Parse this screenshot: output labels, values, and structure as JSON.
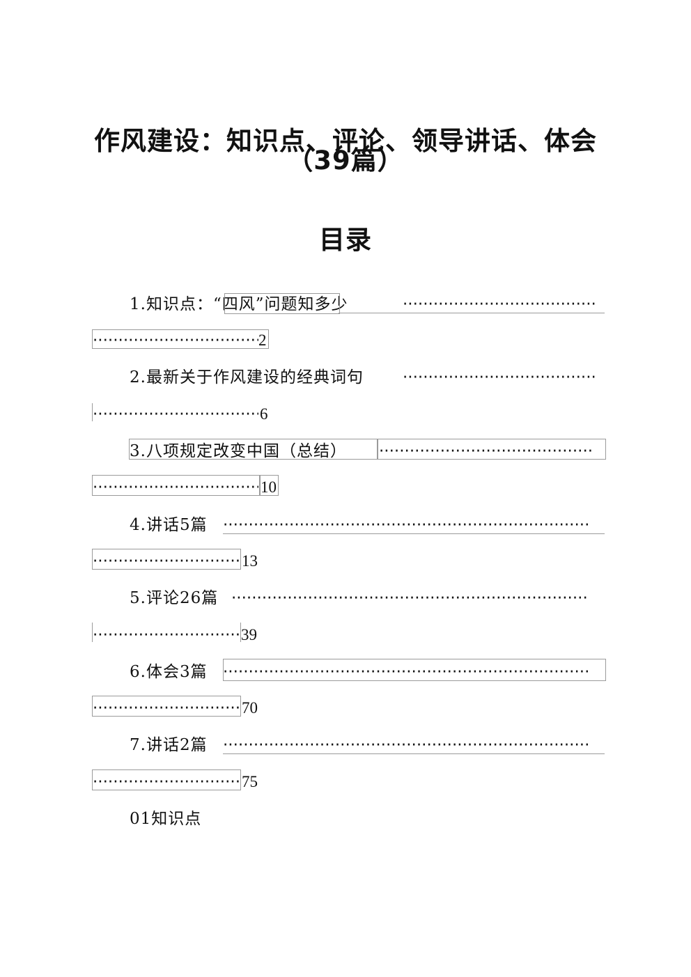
{
  "document": {
    "title_line1": "作风建设：知识点、评论、领导讲话、体会",
    "title_line2": "（39篇）",
    "toc_heading": "目录",
    "toc": [
      {
        "label": "1.知识点：“四风”问题知多少",
        "page": "2"
      },
      {
        "label": "2.最新关于作风建设的经典词句",
        "page": "6"
      },
      {
        "label": "3.八项规定改变中国（总结）",
        "page": "10"
      },
      {
        "label": "4.讲话5篇",
        "page": "13"
      },
      {
        "label": "5.评论26篇",
        "page": "39"
      },
      {
        "label": "6.体会3篇",
        "page": "70"
      },
      {
        "label": "7.讲话2篇",
        "page": "75"
      }
    ],
    "section_heading": "01知识点"
  }
}
